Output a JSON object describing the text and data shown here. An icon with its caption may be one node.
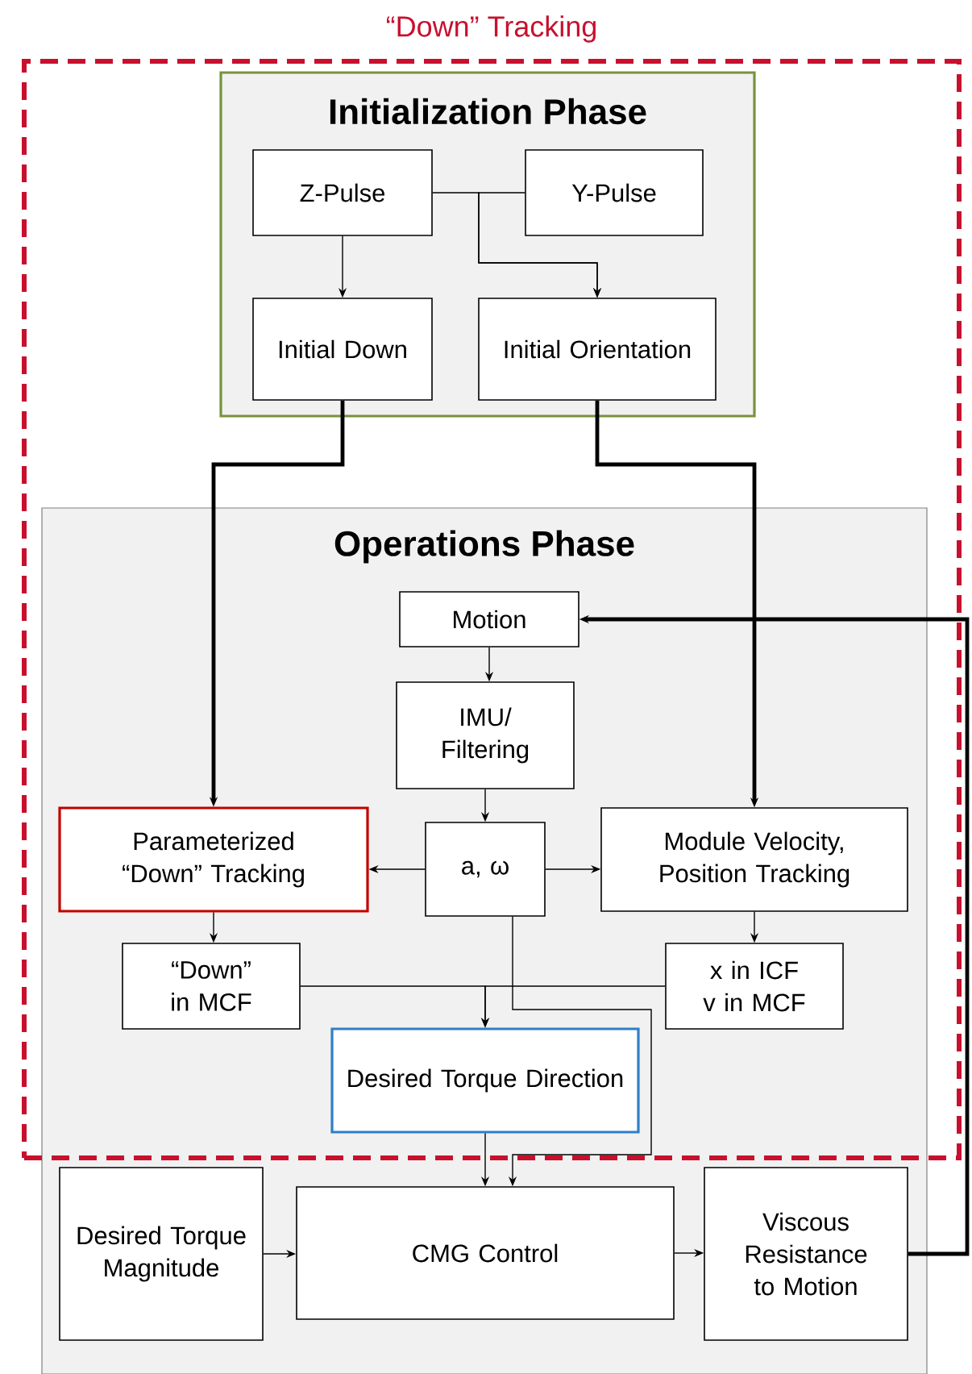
{
  "diagram": {
    "nodes": [
      {
        "text": [
          "“Down” Tracking"
        ]
      },
      {
        "text": [
          "Initialization Phase"
        ],
        "in": 0
      },
      {
        "text": [
          "Z-Pulse"
        ],
        "in": 1
      },
      {
        "text": [
          "Y-Pulse"
        ],
        "in": 1
      },
      {
        "text": [
          "Initial Down"
        ],
        "in": 1
      },
      {
        "text": [
          "Initial Orientation"
        ],
        "in": 1
      },
      {
        "text": [
          "Operations Phase"
        ]
      },
      {
        "text": [
          "Motion"
        ]
      },
      {
        "text": [
          "IMU/ Filtering"
        ]
      },
      {
        "text": [
          "Parameterized “Down” Tracking"
        ]
      },
      {
        "text": [
          "a, ω"
        ]
      },
      {
        "text": [
          "Module Velocity, Position Tracking"
        ]
      },
      {
        "text": [
          "“Down” in MCF"
        ]
      },
      {
        "text": [
          "x in ICF v in MCF"
        ]
      },
      {
        "text": [
          "Desired Torque Direction"
        ]
      },
      {
        "text": [
          "Desired Torque Magnitude"
        ],
        "in": 6
      },
      {
        "text": [
          "CMG Control"
        ],
        "in": 6
      },
      {
        "text": [
          "Viscous Resistance to Motion"
        ],
        "in": 6
      }
    ],
    "edges": [
      {
        "from": 2,
        "to": 4,
        "arrow": "to"
      },
      {
        "from": 2,
        "to": 5,
        "arrow": "to"
      },
      {
        "from": 3,
        "to": 5,
        "arrow": "to"
      },
      {
        "from": 4,
        "to": 9,
        "arrow": "to",
        "style": "thick"
      },
      {
        "from": 5,
        "to": 11,
        "arrow": "to",
        "style": "thick"
      },
      {
        "from": 17,
        "to": 7,
        "arrow": "to",
        "style": "thick"
      },
      {
        "from": 7,
        "to": 8,
        "arrow": "to"
      },
      {
        "from": 8,
        "to": 10,
        "arrow": "to"
      },
      {
        "from": 10,
        "to": 9,
        "arrow": "to"
      },
      {
        "from": 10,
        "to": 11,
        "arrow": "to"
      },
      {
        "from": 9,
        "to": 12,
        "arrow": "to"
      },
      {
        "from": 11,
        "to": 13,
        "arrow": "to"
      },
      {
        "from": 12,
        "to": 14,
        "arrow": "to"
      },
      {
        "from": 13,
        "to": 14,
        "arrow": "to"
      },
      {
        "from": 10,
        "to": 16,
        "arrow": "to"
      },
      {
        "from": 14,
        "to": 16,
        "arrow": "to"
      },
      {
        "from": 15,
        "to": 16,
        "arrow": "to"
      },
      {
        "from": 16,
        "to": 17,
        "arrow": "to"
      }
    ]
  }
}
